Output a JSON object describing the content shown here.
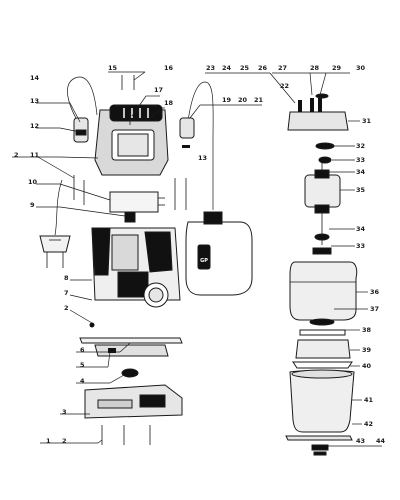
{
  "diagram": {
    "part_numbers": [
      "1",
      "2",
      "3",
      "4",
      "5",
      "6",
      "7",
      "8",
      "9",
      "10",
      "11",
      "12",
      "13",
      "14",
      "15",
      "16",
      "17",
      "18",
      "19",
      "20",
      "21",
      "22",
      "23",
      "24",
      "25",
      "26",
      "27",
      "28",
      "29",
      "30",
      "31",
      "32",
      "33",
      "34",
      "35",
      "36",
      "37",
      "38",
      "39",
      "40",
      "41",
      "42",
      "43",
      "44"
    ],
    "float_switch_logo": "GP",
    "colors": {
      "line": "#1a1a1a",
      "dark_fill": "#111111",
      "grey_fill": "#bdbdbd",
      "light_fill": "#e6e6e6"
    }
  }
}
